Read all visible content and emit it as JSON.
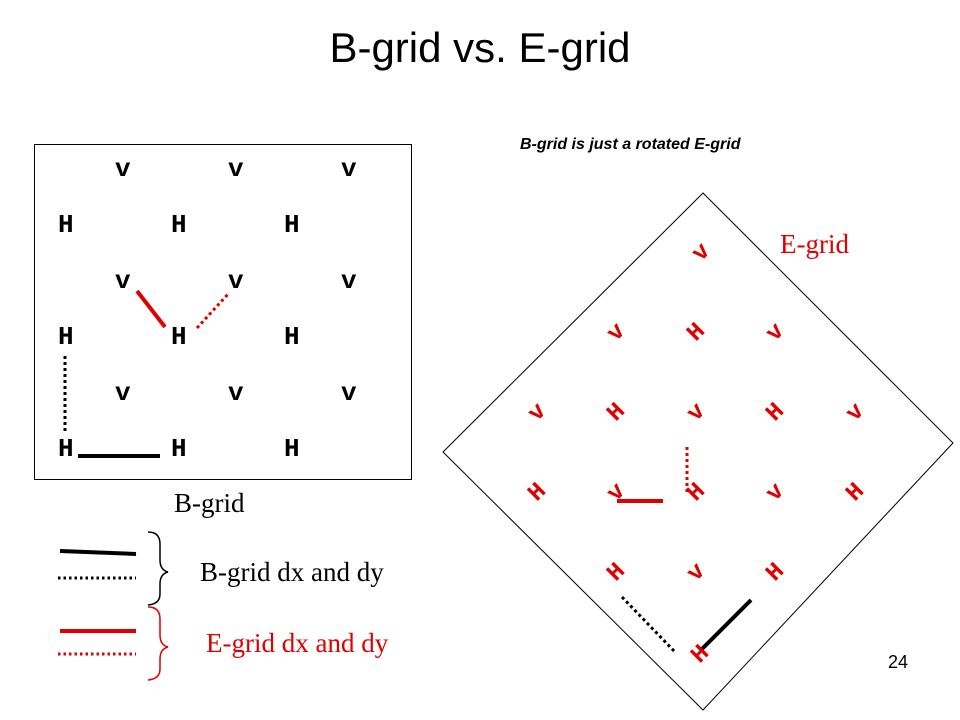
{
  "slide": {
    "title": "B-grid vs. E-grid",
    "subtitle": "B-grid is just a rotated E-grid",
    "page_number": "24"
  },
  "bgrid": {
    "label": "B-grid",
    "letters": {
      "v": "v",
      "H": "H"
    }
  },
  "egrid": {
    "label": "E-grid",
    "letters": {
      "v": "v",
      "H": "H"
    }
  },
  "legend": {
    "bgrid_text": "B-grid dx and dy",
    "egrid_text": "E-grid dx and dy"
  },
  "colors": {
    "black": "#000000",
    "red": "#e00000"
  }
}
